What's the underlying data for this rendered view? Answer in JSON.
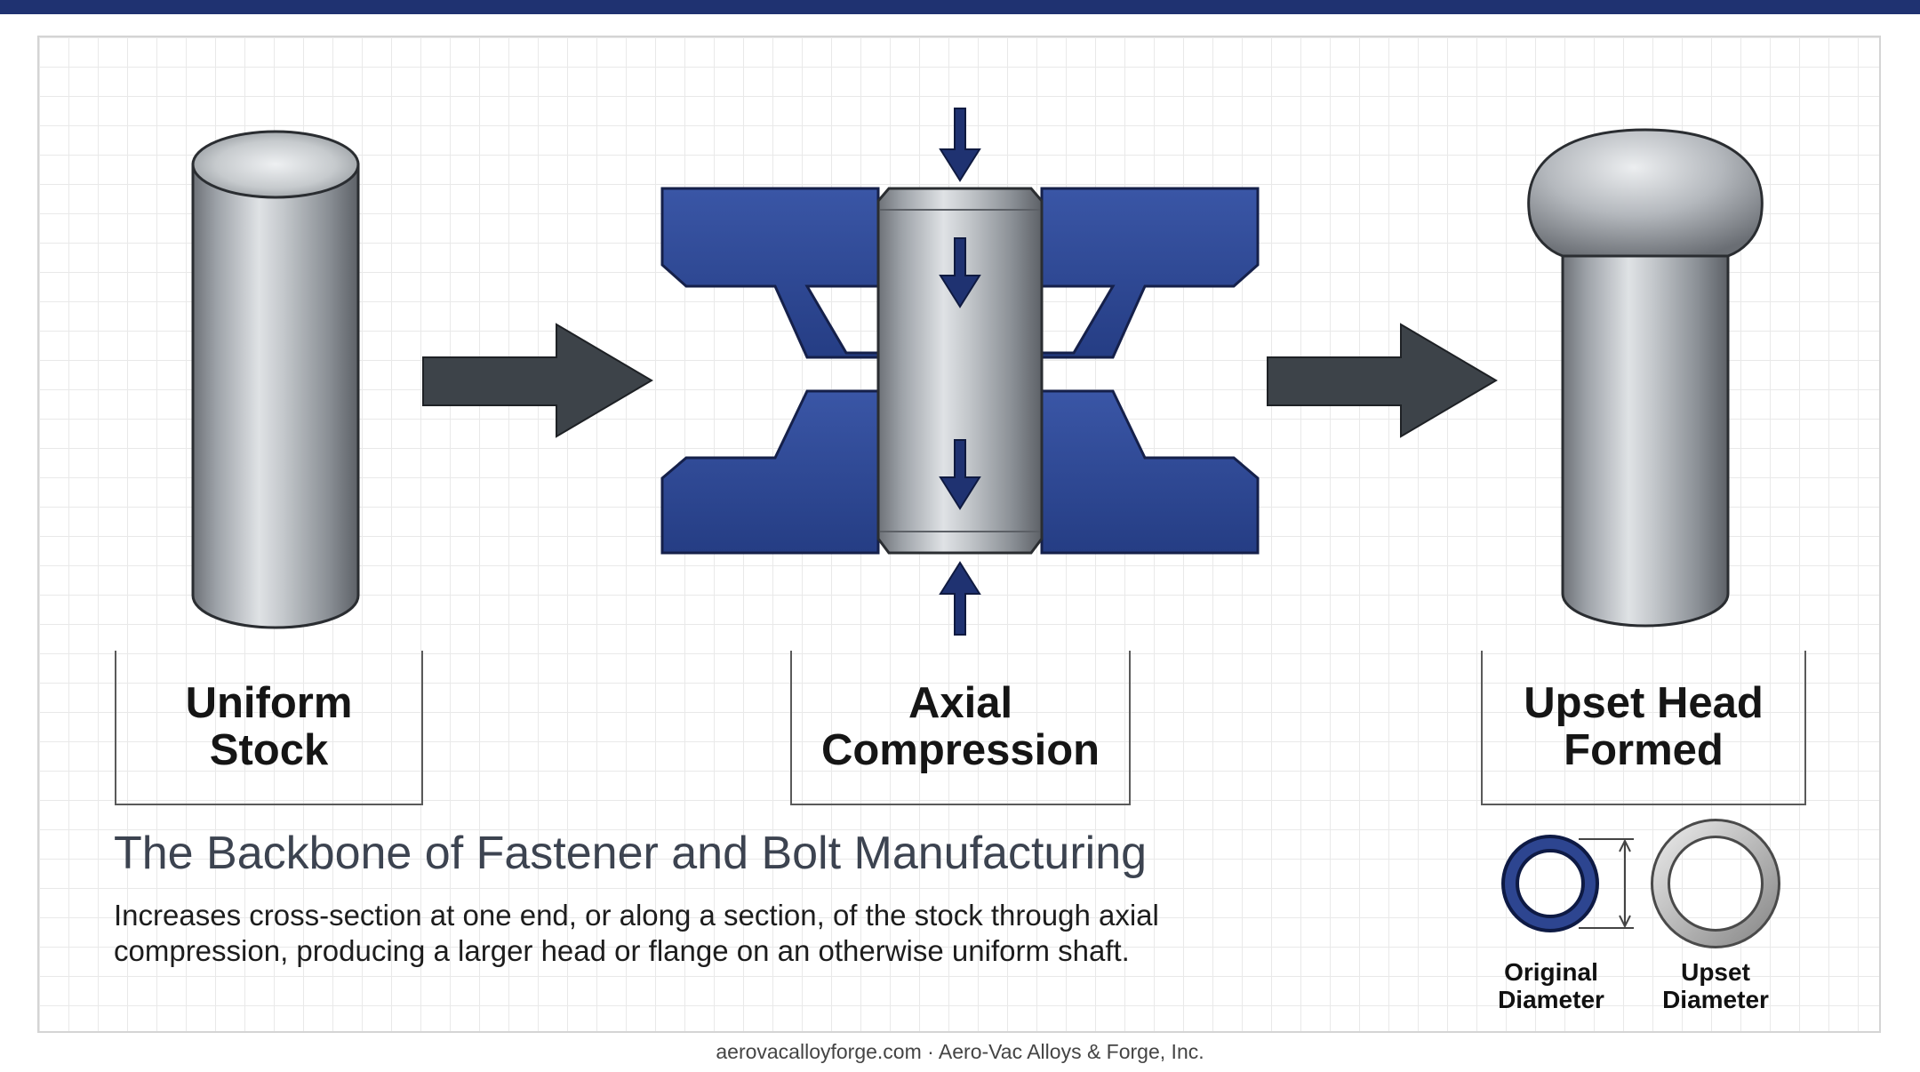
{
  "stages": [
    {
      "id": "uniform-stock",
      "label": "Uniform\nStock"
    },
    {
      "id": "axial-compression",
      "label": "Axial\nCompression"
    },
    {
      "id": "upset-head",
      "label": "Upset Head\nFormed"
    }
  ],
  "headline": "The Backbone of Fastener and Bolt Manufacturing",
  "description": "Increases cross-section at one end, or along a section, of the stock through axial compression, producing a larger head or flange on an otherwise uniform shaft.",
  "diameters": {
    "original": "Original\nDiameter",
    "upset": "Upset\nDiameter"
  },
  "footer": "aerovacalloyforge.com · Aero-Vac Alloys & Forge, Inc.",
  "colors": {
    "brand_navy": "#1f3271",
    "die_blue": "#2f4a95",
    "arrow_gray": "#3d4349",
    "steel": "#a9adb2"
  }
}
